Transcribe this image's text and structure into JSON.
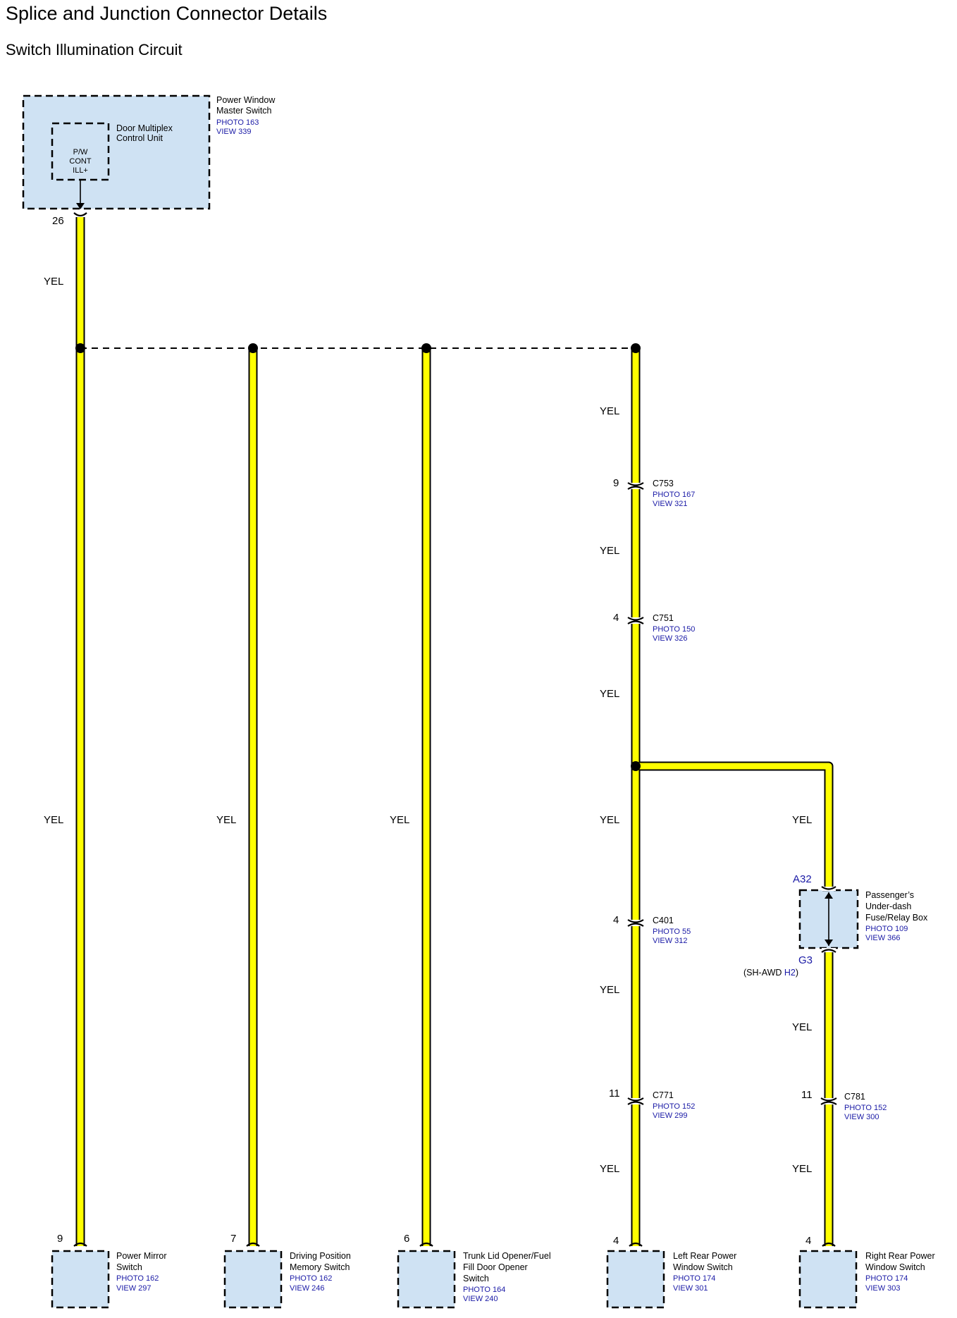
{
  "header": {
    "title": "Splice and Junction Connector Details",
    "subtitle": "Switch Illumination Circuit"
  },
  "master": {
    "name_line1": "Power Window",
    "name_line2": "Master Switch",
    "photo": "PHOTO 163",
    "view": "VIEW 339",
    "inner_line1": "Door Multiplex",
    "inner_line2": "Control Unit",
    "terminal_line1": "P/W",
    "terminal_line2": "CONT",
    "terminal_line3": "ILL+",
    "pin": "26"
  },
  "wire_color": "YEL",
  "connectors": {
    "c753": {
      "name": "C753",
      "pin": "9",
      "photo": "PHOTO 167",
      "view": "VIEW 321"
    },
    "c751": {
      "name": "C751",
      "pin": "4",
      "photo": "PHOTO 150",
      "view": "VIEW 326"
    },
    "c401": {
      "name": "C401",
      "pin": "4",
      "photo": "PHOTO 55",
      "view": "VIEW 312"
    },
    "c771": {
      "name": "C771",
      "pin": "11",
      "photo": "PHOTO 152",
      "view": "VIEW 299"
    },
    "c781": {
      "name": "C781",
      "pin": "11",
      "photo": "PHOTO 152",
      "view": "VIEW 300"
    }
  },
  "fuse_box": {
    "pin_in": "A32",
    "pin_out": "G3",
    "pin_out_alt_prefix": "(SH-AWD ",
    "pin_out_alt": "H2",
    "pin_out_alt_suffix": ")",
    "name_line1": "Passenger’s",
    "name_line2": "Under-dash",
    "name_line3": "Fuse/Relay Box",
    "photo": "PHOTO 109",
    "view": "VIEW 366"
  },
  "components": [
    {
      "pin": "9",
      "name_line1": "Power Mirror",
      "name_line2": "Switch",
      "name_line3": "",
      "photo": "PHOTO 162",
      "view": "VIEW 297"
    },
    {
      "pin": "7",
      "name_line1": "Driving Position",
      "name_line2": "Memory Switch",
      "name_line3": "",
      "photo": "PHOTO 162",
      "view": "VIEW 246"
    },
    {
      "pin": "6",
      "name_line1": "Trunk Lid Opener/Fuel",
      "name_line2": "Fill Door Opener",
      "name_line3": "Switch",
      "photo": "PHOTO 164",
      "view": "VIEW 240"
    },
    {
      "pin": "4",
      "name_line1": "Left Rear Power",
      "name_line2": "Window Switch",
      "name_line3": "",
      "photo": "PHOTO 174",
      "view": "VIEW 301"
    },
    {
      "pin": "4",
      "name_line1": "Right Rear Power",
      "name_line2": "Window Switch",
      "name_line3": "",
      "photo": "PHOTO 174",
      "view": "VIEW 303"
    }
  ],
  "colors": {
    "wire": "#ffff00",
    "box_fill": "#cfe2f3",
    "ref_text": "#1a1aa6"
  }
}
